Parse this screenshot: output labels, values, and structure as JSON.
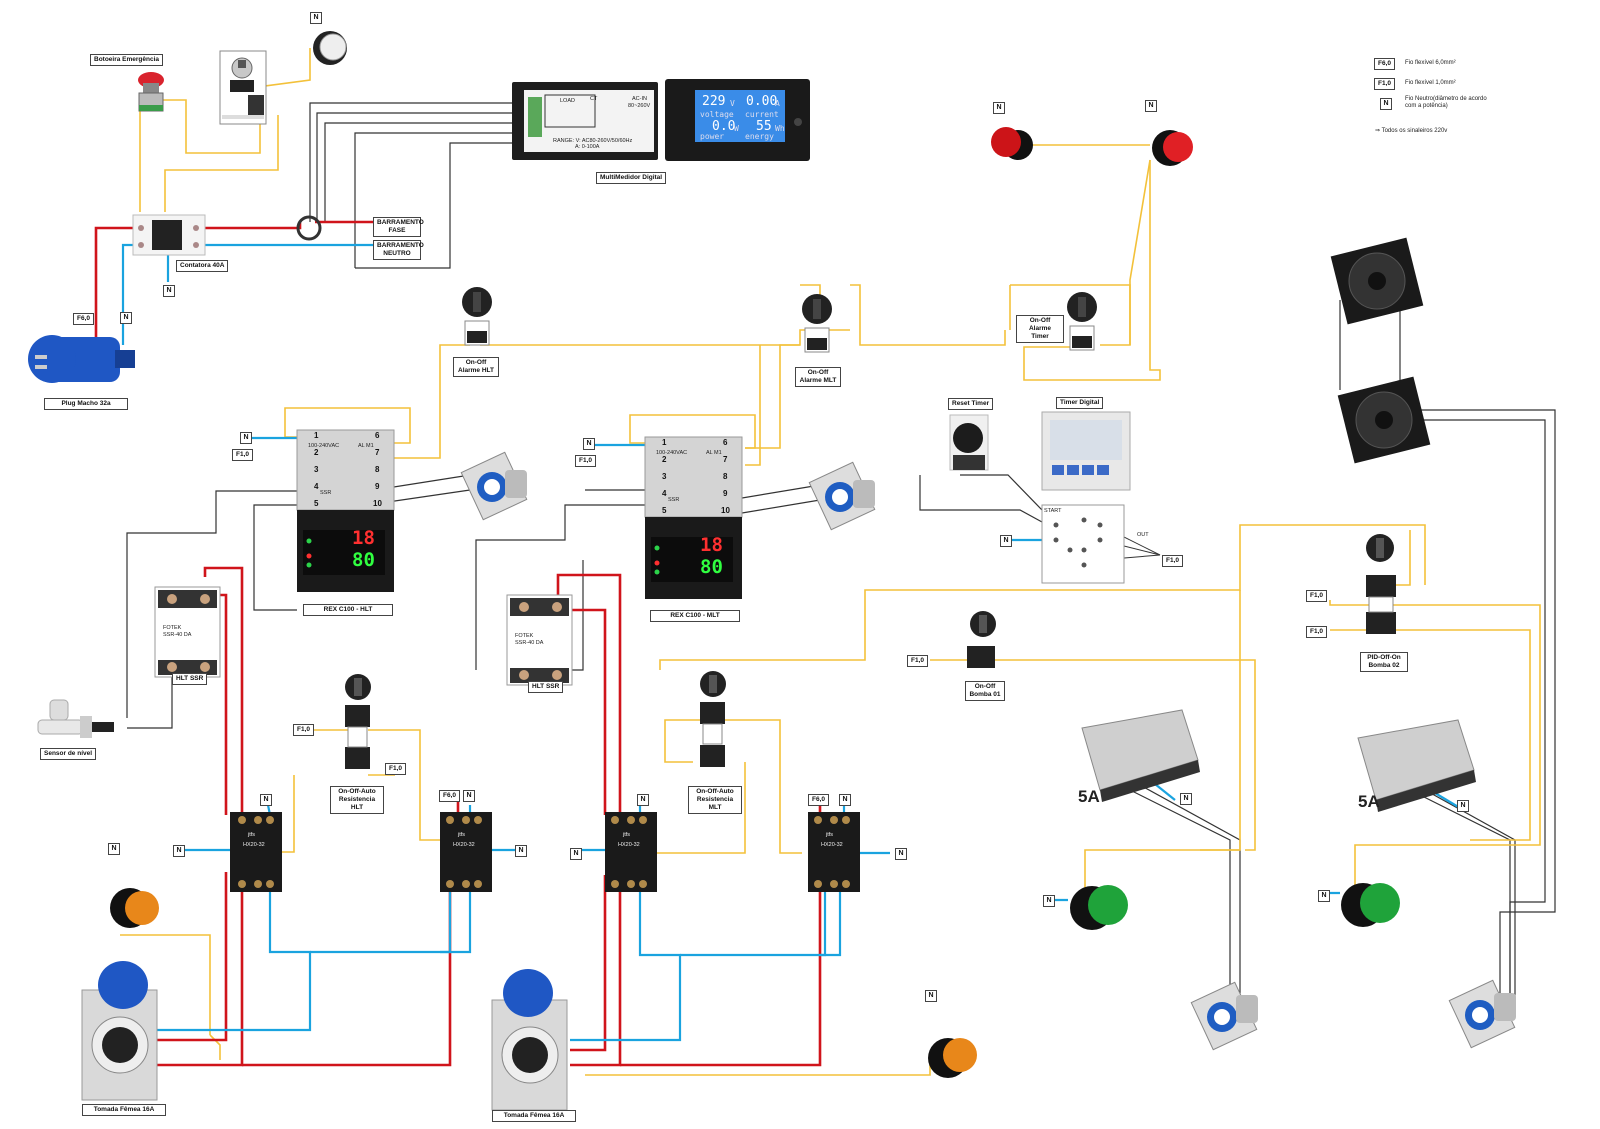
{
  "labels": {
    "botoeira_emergencia": "Botoeira Emergência",
    "multimedidor": "MultiMedidor Digital",
    "barramento_fase": "BARRAMENTO FASE",
    "barramento_neutro": "BARRAMENTO NEUTRO",
    "contatora_40a": "Contatora 40A",
    "plug_macho": "Plug Macho 32a",
    "onoff_alarme_hlt": "On-Off Alarme HLT",
    "onoff_alarme_mlt": "On-Off Alarme MLT",
    "onoff_alarme_timer": "On-Off Alarme Timer",
    "reset_timer": "Reset Timer",
    "timer_digital": "Timer Digital",
    "rex_hlt": "REX C100 - HLT",
    "rex_mlt": "REX C100 - MLT",
    "hlt_ssr_1": "HLT SSR",
    "hlt_ssr_2": "HLT SSR",
    "sensor_nivel": "Sensor de nível",
    "onoff_auto_hlt": "On-Off-Auto Resistencia HLT",
    "onoff_auto_mlt": "On-Off-Auto Resistencia MLT",
    "onoff_bomba01": "On-Off Bomba 01",
    "pid_bomba02": "PID-Off-On Bomba 02",
    "tomada_1": "Tomada Fêmea 16A",
    "tomada_2": "Tomada Fêmea 16A",
    "amp_1": "5A",
    "amp_2": "5A"
  },
  "legend": {
    "f6": "F6,0",
    "f6_text": "Fio flexível 6,0mm²",
    "f1": "F1,0",
    "f1_text": "Fio flexível 1,0mm²",
    "n": "N",
    "n_text": "Fio Neutro(diâmetro de acordo com a potência)",
    "note": "⇒  Todos os sinaleiros 220v"
  },
  "wire_tags": {
    "n": "N",
    "f1": "F1,0",
    "f6": "F6,0"
  },
  "multimedidor_display": {
    "voltage_value": "229",
    "voltage_unit": "V",
    "current_value": "0.00",
    "current_unit": "A",
    "voltage_label": "voltage",
    "current_label": "current",
    "power_value": "0.0",
    "power_unit": "W",
    "energy_value": "55",
    "energy_unit": "Wh",
    "power_label": "power",
    "energy_label": "energy",
    "load": "LOAD",
    "ct": "CT",
    "ac_in": "AC-IN",
    "ac_range": "80~260V",
    "range_text": "RANGE: V: AC80-260V/50/60Hz",
    "range_text2": "A: 0-100A"
  },
  "rex_display": {
    "pv": "18",
    "sv": "80",
    "supply": "100-240VAC",
    "alm": "AL M1",
    "ssr": "SSR",
    "pins": [
      "1",
      "2",
      "3",
      "4",
      "5",
      "6",
      "7",
      "8",
      "9",
      "10"
    ]
  },
  "ssr_text": {
    "model": "SSR-40 DA",
    "brand": "FOTEK"
  },
  "contactor_text": {
    "brand": "jtfs",
    "model": "HX20-32"
  },
  "timer_pins": {
    "start": "START",
    "out": "OUT"
  },
  "colors": {
    "phase": "#d0141b",
    "neutral": "#1aa3df",
    "control": "#f3c13a",
    "signal": "#555555",
    "lcd": "#3a8ce8"
  }
}
